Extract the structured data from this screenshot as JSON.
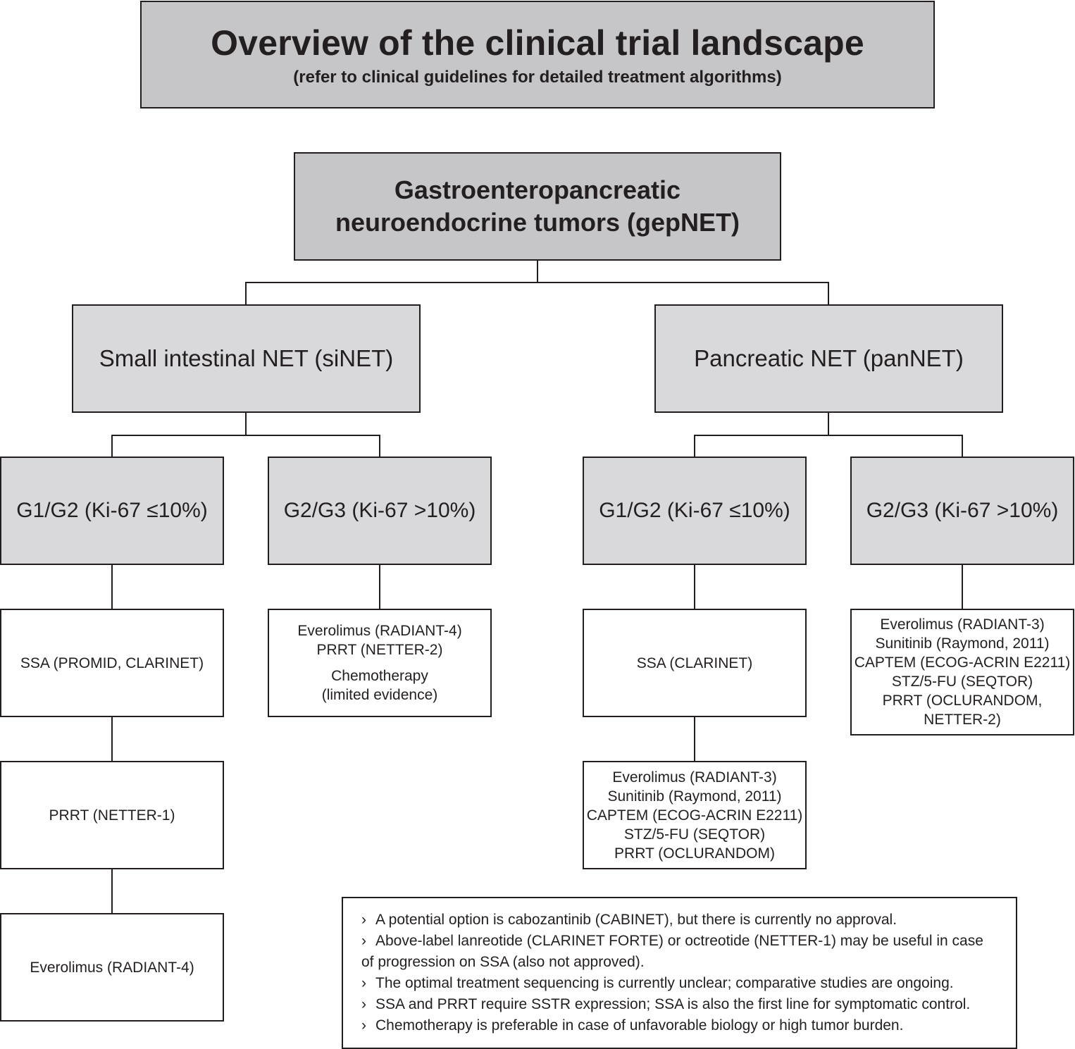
{
  "header": {
    "title": "Overview of the clinical trial landscape",
    "subtitle": "(refer to clinical guidelines for detailed treatment algorithms)"
  },
  "root": {
    "line1": "Gastroenteropancreatic",
    "line2": "neuroendocrine tumors (gepNET)"
  },
  "left": {
    "label": "Small intestinal NET (siNET)",
    "low_grade": {
      "label": "G1/G2 (Ki-67 ≤10%)",
      "lines": [
        [
          "SSA (PROMID, CLARINET)"
        ],
        [
          "PRRT (NETTER-1)"
        ],
        [
          "Everolimus (RADIANT-4)"
        ]
      ]
    },
    "high_grade": {
      "label": "G2/G3 (Ki-67 >10%)",
      "options": [
        "Everolimus (RADIANT-4)",
        "PRRT (NETTER-2)"
      ],
      "chemo": [
        "Chemotherapy",
        "(limited evidence)"
      ]
    }
  },
  "right": {
    "label": "Pancreatic NET (panNET)",
    "low_grade": {
      "label": "G1/G2 (Ki-67 ≤10%)",
      "first": "SSA (CLARINET)",
      "second": [
        "Everolimus (RADIANT-3)",
        "Sunitinib (Raymond, 2011)",
        "CAPTEM (ECOG-ACRIN E2211)",
        "STZ/5-FU (SEQTOR)",
        "PRRT (OCLURANDOM)"
      ]
    },
    "high_grade": {
      "label": "G2/G3 (Ki-67 >10%)",
      "options": [
        "Everolimus (RADIANT-3)",
        "Sunitinib (Raymond, 2011)",
        "CAPTEM (ECOG-ACRIN E2211)",
        "STZ/5-FU (SEQTOR)",
        "PRRT (OCLURANDOM,",
        "NETTER-2)"
      ]
    }
  },
  "notes": {
    "bullet": "›",
    "items": [
      "A potential option is cabozantinib (CABINET), but there is currently no approval.",
      "Above-label lanreotide (CLARINET FORTE) or octreotide (NETTER-1) may be useful in case",
      "of progression on SSA (also not approved).",
      "The optimal treatment sequencing is currently unclear; comparative studies are ongoing.",
      "SSA and PRRT require SSTR expression; SSA is also the first line for symptomatic control.",
      "Chemotherapy is preferable in case of unfavorable biology or high tumor burden."
    ]
  }
}
